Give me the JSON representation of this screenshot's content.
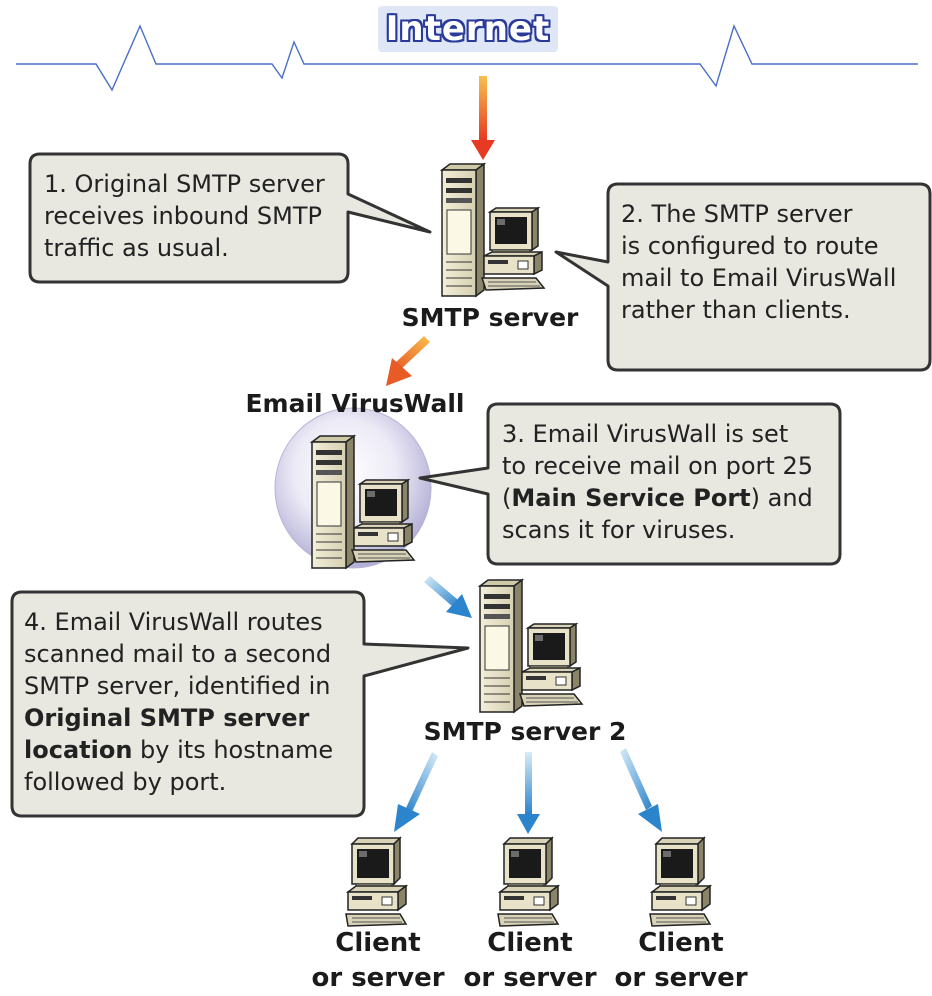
{
  "internet": {
    "title": "Internet"
  },
  "nodes": {
    "smtp_server": "SMTP server",
    "email_viruswall": "Email VirusWall",
    "smtp_server_2": "SMTP server 2",
    "clients": [
      {
        "line1": "Client",
        "line2": "or server"
      },
      {
        "line1": "Client",
        "line2": "or server"
      },
      {
        "line1": "Client",
        "line2": "or server"
      }
    ]
  },
  "callouts": {
    "step1": {
      "line1": "1. Original SMTP server",
      "line2": "receives inbound SMTP",
      "line3": "traffic as usual."
    },
    "step2": {
      "line1": "2. The SMTP server",
      "line2": "is configured to route",
      "line3": "mail to Email VirusWall",
      "line4": "rather than clients."
    },
    "step3": {
      "line1": "3. Email VirusWall is set",
      "line2": "to receive mail on port 25",
      "line3_open": "(",
      "line3_bold": "Main Service Port",
      "line3_rest": ") and",
      "line4": "scans it for viruses."
    },
    "step4": {
      "line1": "4. Email VirusWall routes",
      "line2": "scanned mail to a second",
      "line3": "SMTP server, identified in",
      "line4_bold": "Original SMTP server",
      "line5_bold": "location",
      "line5_rest": " by its hostname",
      "line6": "followed by port."
    }
  },
  "colors": {
    "callout_fill": "#e8e8e0",
    "callout_stroke": "#333333",
    "arrow_orange_top": "#f6b040",
    "arrow_orange_bottom": "#e8402a",
    "arrow_blue_top": "#cfe6f6",
    "arrow_blue_bottom": "#2f86cc",
    "internet_line": "#4a6fc8"
  }
}
